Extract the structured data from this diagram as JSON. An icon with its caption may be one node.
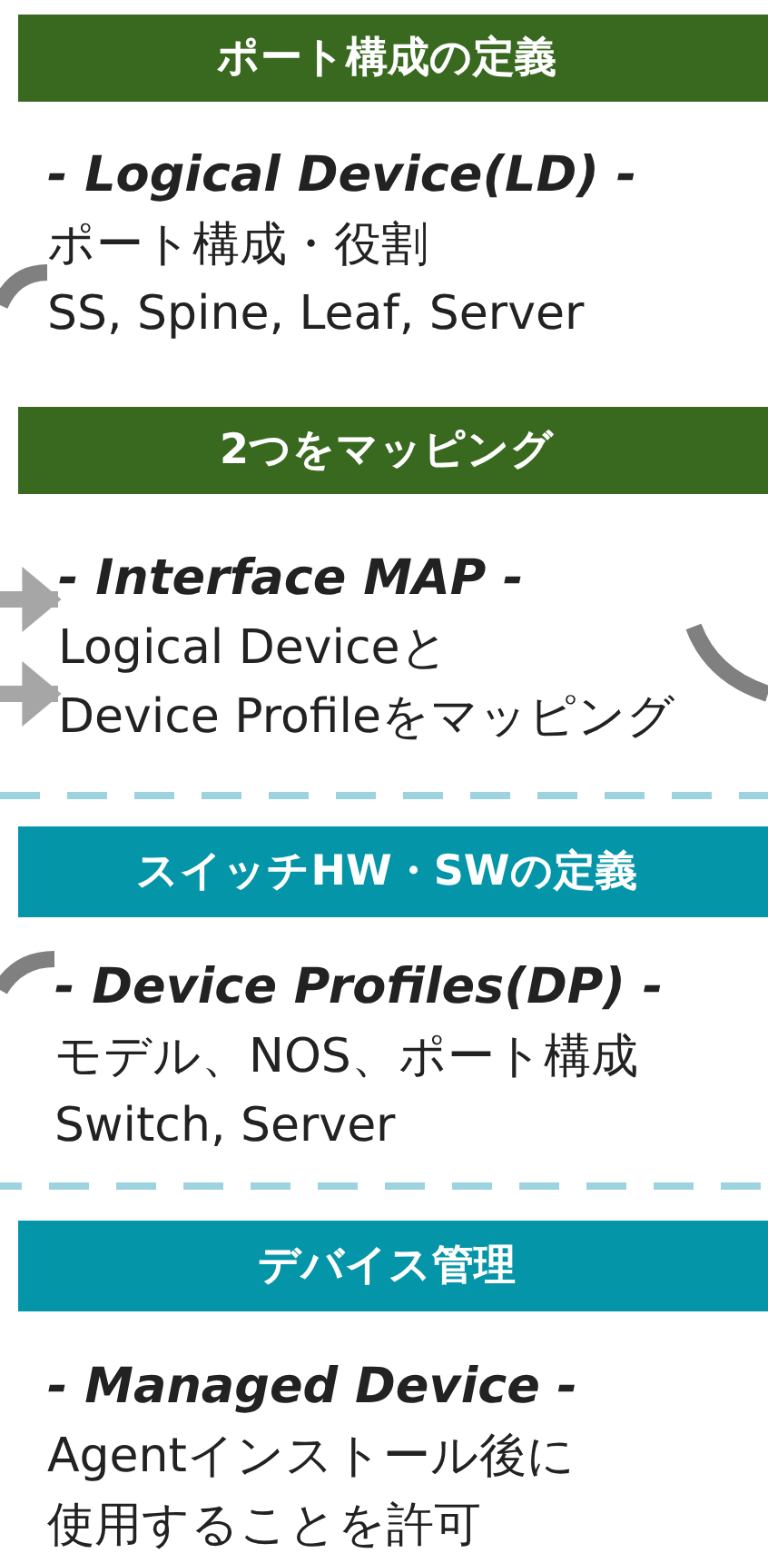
{
  "diagram": {
    "nodes": [
      {
        "text": [
          "ポート構成の定義"
        ]
      },
      {
        "text": [
          "- Logical Device(LD) -",
          "ポート構成・役割",
          "SS, Spine, Leaf, Server"
        ]
      },
      {
        "text": [
          "2つをマッピング"
        ]
      },
      {
        "text": [
          "- Interface MAP -",
          "Logical Deviceと",
          "Device Profileをマッピング"
        ]
      },
      {
        "text": [
          "スイッチHW・SWの定義"
        ]
      },
      {
        "text": [
          "- Device Profiles(DP) -",
          "モデル、NOS、ポート構成",
          "Switch, Server"
        ]
      },
      {
        "text": [
          "デバイス管理"
        ]
      },
      {
        "text": [
          "- Managed Device -",
          "Agentインストール後に",
          "使用することを許可"
        ]
      }
    ],
    "edges": [
      {
        "from": 1,
        "to": null,
        "arrow": "none"
      },
      {
        "from": null,
        "to": 3,
        "arrow": "to"
      },
      {
        "from": null,
        "to": 3,
        "arrow": "to"
      },
      {
        "from": 3,
        "to": null,
        "arrow": "none"
      },
      {
        "from": 5,
        "to": null,
        "arrow": "none"
      }
    ]
  }
}
